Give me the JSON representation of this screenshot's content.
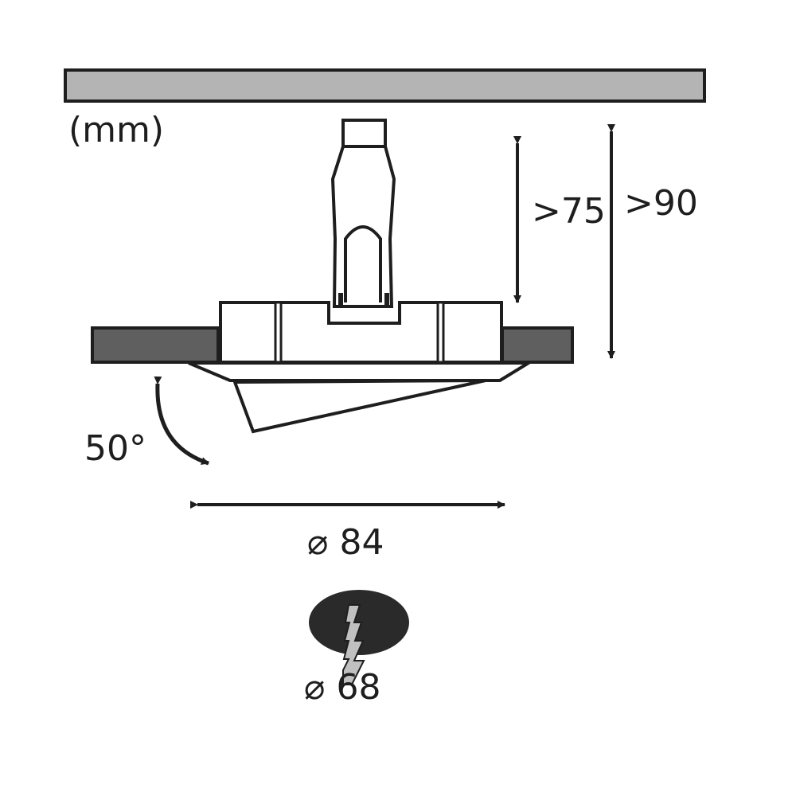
{
  "unit_label": "(mm)",
  "dimensions": {
    "depth_min": ">75",
    "depth_total": ">90",
    "tilt_angle": "50°",
    "outer_diameter": "⌀ 84",
    "cutout_diameter": "⌀ 68"
  },
  "colors": {
    "ceiling": "#b4b4b4",
    "ceiling_board": "#5f5f5f",
    "outline": "#1e1e1e",
    "cutout_fill": "#2a2a2a",
    "cutout_saw": "#c0c0c0"
  },
  "icons": [
    "ceiling-panel",
    "spring-clip",
    "arrow-icon",
    "curved-arrow-icon",
    "cutout-hole-icon",
    "saw-blade-icon"
  ]
}
